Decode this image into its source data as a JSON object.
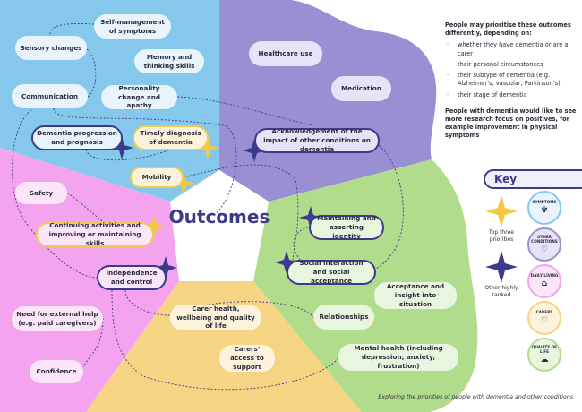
{
  "title": "Outcomes",
  "colors": {
    "symptoms": "#86c8ec",
    "other_conditions": "#9b8fd4",
    "daily_living": "#f4a3ef",
    "carers": "#f5d584",
    "quality_of_life": "#b0dc8c",
    "accent": "#3b3a8c",
    "top": "#f5c842"
  },
  "outcomes": {
    "self_management": "Self-management of symptoms",
    "sensory": "Sensory changes",
    "memory": "Memory and thinking skills",
    "communication": "Communication",
    "personality": "Personality change and apathy",
    "progression": "Dementia progression and prognosis",
    "diagnosis": "Timely diagnosis of dementia",
    "mobility": "Mobility",
    "safety": "Safety",
    "continuing": "Continuing activities and improving or maintaining skills",
    "independence": "Independence and control",
    "external_help": "Need for external help (e.g. paid caregivers)",
    "confidence": "Confidence",
    "healthcare": "Healthcare use",
    "medication": "Medication",
    "acknowledgement": "Acknowledgement of the impact of other conditions on dementia",
    "identity": "Maintaining and asserting identity",
    "social": "Social interaction and social acceptance",
    "acceptance": "Acceptance and insight into situation",
    "relationships": "Relationships",
    "carer_health": "Carer health, wellbeing and quality of life",
    "carers_access": "Carers’ access to support",
    "mental_health": "Mental health (including depression, anxiety, frustration)"
  },
  "side": {
    "heading1": "People may prioritise these outcomes differently, depending on:",
    "bullets": [
      "whether they have dementia or are a carer",
      "their personal circumstances",
      "their subtype of dementia (e.g. Alzheimer’s, vascular, Parkinson’s)",
      "their stage of dementia"
    ],
    "heading2": "People with dementia would like to see more research focus on positives, for example improvement in physical symptoms"
  },
  "key": {
    "title": "Key",
    "top_three": "Top three priorities",
    "other_ranked": "Other highly ranked",
    "categories": [
      "SYMPTOMS",
      "OTHER CONDITIONS",
      "DAILY LIVING",
      "CARERS",
      "QUALITY OF LIFE"
    ]
  },
  "caption": "Exploring the priorities of people with dementia and other conditions"
}
